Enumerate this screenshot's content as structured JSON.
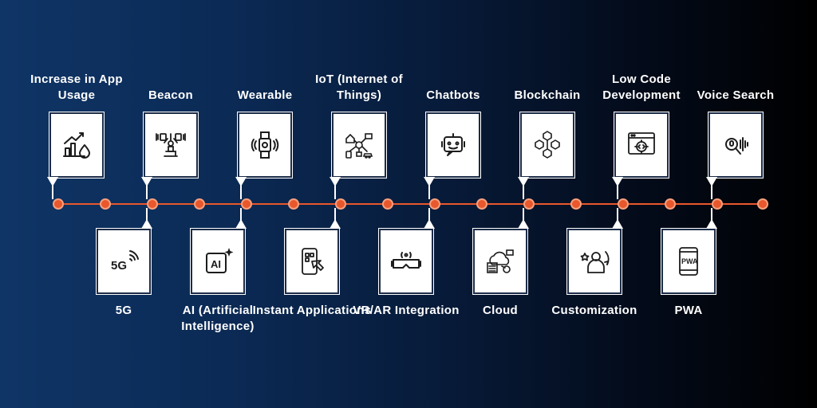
{
  "accent_color": "#e8582c",
  "top_items": [
    {
      "label": "Increase in App Usage",
      "icon": "growth-chart-icon"
    },
    {
      "label": "Beacon",
      "icon": "beacon-icon"
    },
    {
      "label": "Wearable",
      "icon": "smartwatch-icon"
    },
    {
      "label": "IoT (Internet of Things)",
      "icon": "iot-network-icon"
    },
    {
      "label": "Chatbots",
      "icon": "chatbot-icon"
    },
    {
      "label": "Blockchain",
      "icon": "blockchain-icon"
    },
    {
      "label": "Low Code Development",
      "icon": "code-gear-icon"
    },
    {
      "label": "Voice Search",
      "icon": "voice-search-icon"
    }
  ],
  "bottom_items": [
    {
      "label": "5G",
      "icon": "5g-signal-icon",
      "icon_text": "5G"
    },
    {
      "label": "AI (Artificial Intelligence)",
      "icon": "ai-chip-icon",
      "icon_text": "AI"
    },
    {
      "label": "Instant Applications",
      "icon": "instant-app-icon"
    },
    {
      "label": "VR/AR Integration",
      "icon": "vr-headset-icon"
    },
    {
      "label": "Cloud",
      "icon": "cloud-icon"
    },
    {
      "label": "Customization",
      "icon": "customization-icon"
    },
    {
      "label": "PWA",
      "icon": "pwa-phone-icon",
      "icon_text": "PWA"
    }
  ]
}
